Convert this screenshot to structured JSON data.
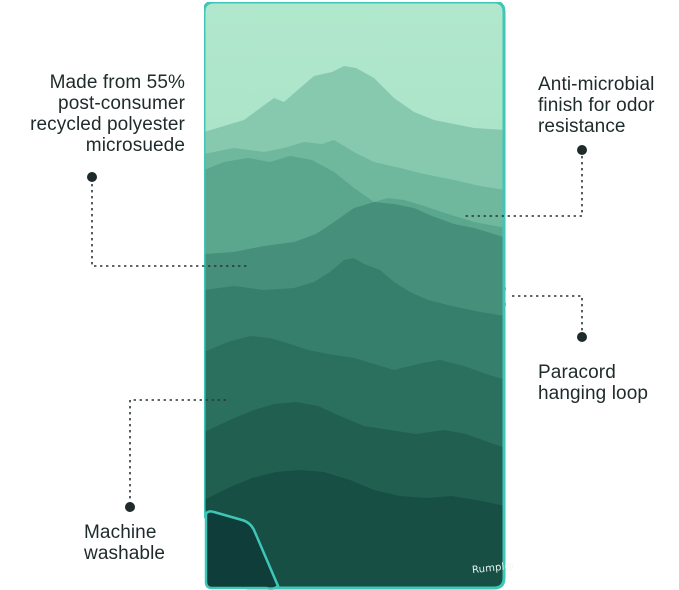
{
  "annotations": {
    "material": {
      "lines": [
        "Made from 55%",
        "post-consumer",
        "recycled polyester",
        "microsuede"
      ]
    },
    "antimicrobial": {
      "lines": [
        "Anti-microbial",
        "finish for odor",
        "resistance"
      ]
    },
    "paracord": {
      "lines": [
        "Paracord",
        "hanging loop"
      ]
    },
    "washable": {
      "lines": [
        "Machine",
        "washable"
      ]
    }
  },
  "brand": {
    "tag": "Rumpl"
  },
  "colors": {
    "label_text": "#1f2a2a",
    "leader_line": "#2b3535",
    "towel_border": "#3fc6b6",
    "sky": "#a8e2c6",
    "ridge_1": "#84c7ad",
    "ridge_2": "#6bb39a",
    "ridge_3": "#4f9c85",
    "ridge_4": "#3f8a76",
    "ridge_5": "#2f7766",
    "ridge_6": "#256a5b",
    "ridge_7": "#1b5b4e",
    "ridge_8": "#134a40",
    "fold_back": "#0f3e3a"
  }
}
